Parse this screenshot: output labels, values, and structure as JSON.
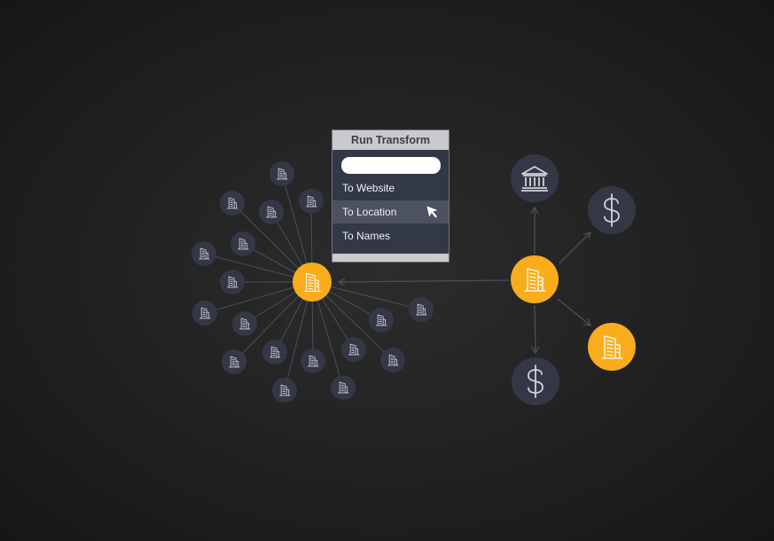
{
  "menu": {
    "title": "Run Transform",
    "search": {
      "value": "",
      "placeholder": ""
    },
    "items": [
      {
        "label": "To Website"
      },
      {
        "label": "To Location",
        "selected": true
      },
      {
        "label": "To Names"
      }
    ]
  },
  "graph": {
    "hub_left": {
      "icon": "office-building-icon"
    },
    "hub_right": {
      "icon": "office-building-icon"
    },
    "satellite_count": 20,
    "satellite_icon": "building-icon",
    "right_nodes": [
      {
        "icon": "bank-icon",
        "style": "dark"
      },
      {
        "icon": "dollar-icon",
        "style": "dark"
      },
      {
        "icon": "office-building-icon",
        "style": "orange"
      },
      {
        "icon": "dollar-icon",
        "style": "dark"
      }
    ]
  },
  "colors": {
    "background": "#232323",
    "node_dark": "#343846",
    "node_orange": "#f9ac1c",
    "edge": "#4b4f5c",
    "icon_light": "#d0d3da",
    "icon_on_orange": "#ffffff"
  }
}
